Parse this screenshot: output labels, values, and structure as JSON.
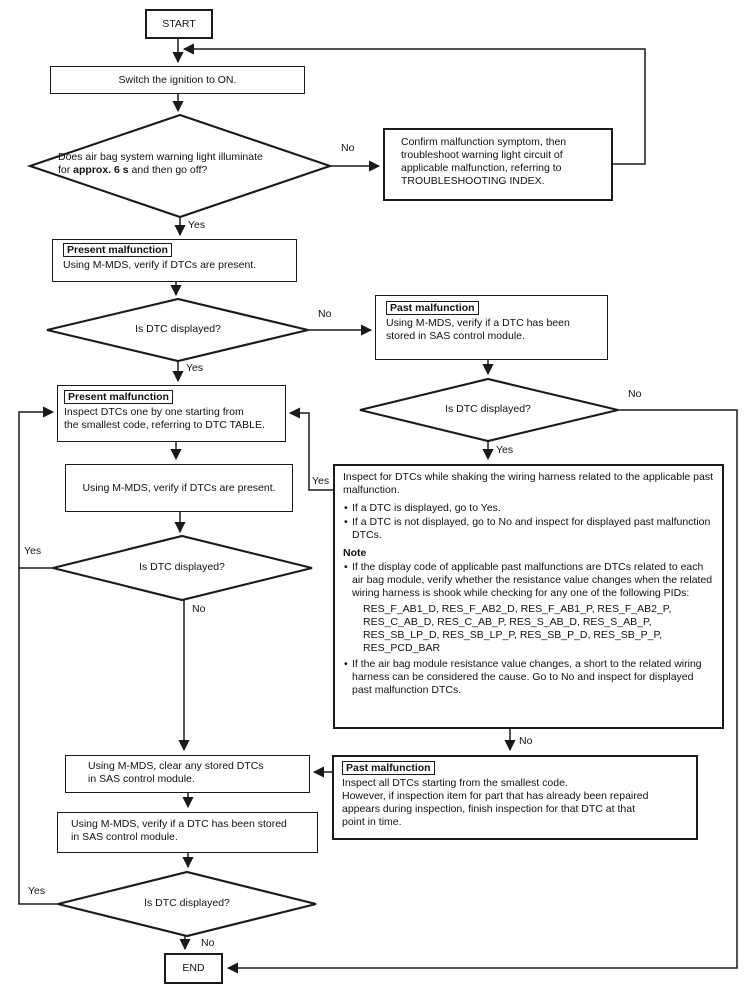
{
  "labels": {
    "yes": "Yes",
    "no": "No"
  },
  "nodes": {
    "start": {
      "label": "START"
    },
    "switch_ignition": {
      "text": "Switch the ignition to ON."
    },
    "warning_light_q": {
      "line1": "Does air bag system warning light illuminate",
      "line2_pre": "for ",
      "line2_bold": "approx. 6 s",
      "line2_post": " and then go off?"
    },
    "confirm_symptom": {
      "lines": [
        "Confirm malfunction symptom, then",
        "troubleshoot warning light circuit of",
        "applicable malfunction, referring to",
        "TROUBLESHOOTING INDEX."
      ]
    },
    "present_verify": {
      "tag": "Present malfunction",
      "text": "Using M-MDS, verify if DTCs are present."
    },
    "dtc_q1": {
      "text": "Is DTC displayed?"
    },
    "past_verify": {
      "tag": "Past malfunction",
      "line1": "Using M-MDS, verify if a DTC has been",
      "line2": "stored in SAS control module."
    },
    "dtc_q2": {
      "text": "Is DTC displayed?"
    },
    "present_inspect": {
      "tag": "Present malfunction",
      "line1": "Inspect DTCs one by one starting from",
      "line2": "the smallest code, referring to DTC TABLE."
    },
    "verify_present": {
      "text": "Using M-MDS, verify if DTCs are present."
    },
    "dtc_q3": {
      "text": "Is DTC displayed?"
    },
    "shake_note": {
      "intro": "Inspect for DTCs while shaking the wiring harness related to the applicable past malfunction.",
      "bullet1": "If a DTC is displayed, go to Yes.",
      "bullet2": "If a DTC is not displayed, go to No and inspect for displayed past malfunction DTCs.",
      "note_title": "Note",
      "note_bullet1": "If the display code of applicable past malfunctions are DTCs related to each air bag module, verify whether the resistance value changes when the related wiring harness is shook while checking for any one of the following PIDs:",
      "pids": "RES_F_AB1_D, RES_F_AB2_D, RES_F_AB1_P, RES_F_AB2_P, RES_C_AB_D, RES_C_AB_P, RES_S_AB_D, RES_S_AB_P, RES_SB_LP_D, RES_SB_LP_P, RES_SB_P_D, RES_SB_P_P, RES_PCD_BAR",
      "note_bullet2": "If the air bag module resistance value changes, a short to the related wiring harness can be considered the cause. Go to No and inspect for displayed past malfunction DTCs."
    },
    "past_inspect": {
      "tag": "Past malfunction",
      "lines": [
        "Inspect all DTCs starting from the smallest code.",
        "However, if inspection item for part that has already been repaired",
        "appears during inspection, finish inspection for that DTC at that",
        "point in time."
      ]
    },
    "clear_dtcs": {
      "line1": "Using M-MDS, clear any stored DTCs",
      "line2": "in SAS control module."
    },
    "verify_stored": {
      "line1": "Using M-MDS, verify if a DTC has been stored",
      "line2": "in SAS control module."
    },
    "dtc_q4": {
      "text": "Is DTC displayed?"
    },
    "end": {
      "label": "END"
    }
  }
}
